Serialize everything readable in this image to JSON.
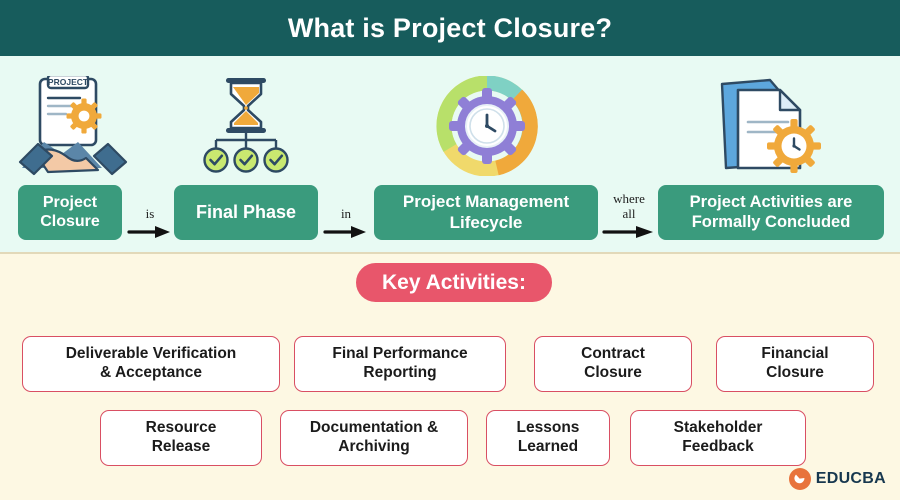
{
  "header": {
    "title": "What is Project Closure?"
  },
  "flow": {
    "icons": [
      {
        "name": "handshake-project-document-icon"
      },
      {
        "name": "hourglass-checklist-icon"
      },
      {
        "name": "gear-clock-lifecycle-icon"
      },
      {
        "name": "documents-gear-clock-icon"
      }
    ],
    "steps": [
      {
        "label": "Project\nClosure"
      },
      {
        "label": "Final Phase"
      },
      {
        "label": "Project Management\nLifecycle"
      },
      {
        "label": "Project Activities are\nFormally Concluded"
      }
    ],
    "connectors": [
      {
        "label": "is"
      },
      {
        "label": "in"
      },
      {
        "label": "where\nall"
      }
    ]
  },
  "key_activities": {
    "banner_label": "Key Activities:",
    "items": [
      {
        "label": "Deliverable Verification\n& Acceptance"
      },
      {
        "label": "Final Performance\nReporting"
      },
      {
        "label": "Contract\nClosure"
      },
      {
        "label": "Financial\nClosure"
      },
      {
        "label": "Resource\nRelease"
      },
      {
        "label": "Documentation &\nArchiving"
      },
      {
        "label": "Lessons\nLearned"
      },
      {
        "label": "Stakeholder\nFeedback"
      }
    ]
  },
  "logo": {
    "text": "EDUCBA",
    "mark_name": "educba-play-mark"
  },
  "colors": {
    "header_bg": "#175c5c",
    "flow_band_bg": "#e8faf3",
    "page_bg": "#fdf8e3",
    "flow_box": "#3a9b7d",
    "banner": "#e8566b",
    "activity_border": "#d94f63",
    "logo_orange": "#e8733c",
    "logo_navy": "#17384f"
  }
}
